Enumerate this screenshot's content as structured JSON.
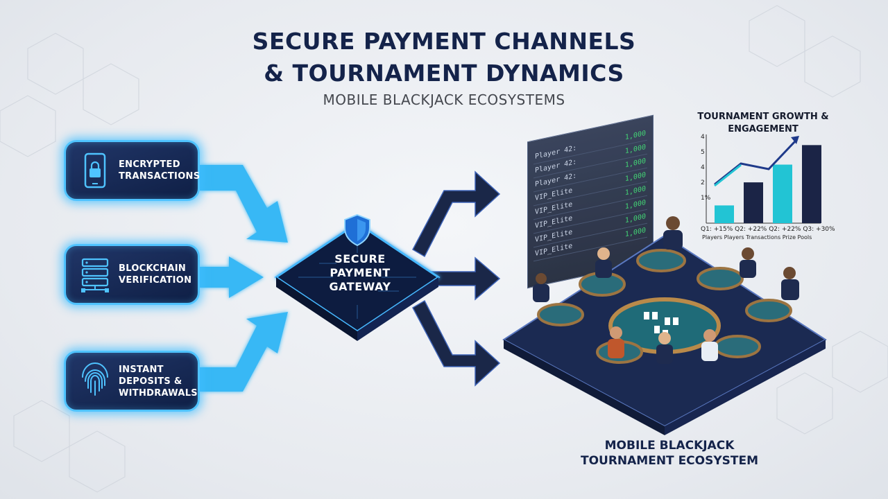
{
  "header": {
    "title_line1": "SECURE PAYMENT CHANNELS",
    "title_line2": "& TOURNAMENT DYNAMICS",
    "subtitle": "MOBILE BLACKJACK ECOSYSTEMS"
  },
  "features": [
    {
      "icon": "phone-lock-icon",
      "line1": "ENCRYPTED",
      "line2": "TRANSACTIONS"
    },
    {
      "icon": "server-stack-icon",
      "line1": "BLOCKCHAIN",
      "line2": "VERIFICATION"
    },
    {
      "icon": "fingerprint-icon",
      "line1": "INSTANT",
      "line2": "DEPOSITS &",
      "line3": "WITHDRAWALS"
    }
  ],
  "gateway": {
    "line1": "SECURE",
    "line2": "PAYMENT",
    "line3": "GATEWAY",
    "icon": "shield-icon"
  },
  "leaderboard": {
    "rows": [
      {
        "name": "Player 42:",
        "value": "1,000"
      },
      {
        "name": "Player 42:",
        "value": "1,000"
      },
      {
        "name": "Player 42:",
        "value": "1,000"
      },
      {
        "name": "VIP_Elite",
        "value": "1,000"
      },
      {
        "name": "VIP_Elite",
        "value": "1,000"
      },
      {
        "name": "VIP_Elite",
        "value": "1,000"
      },
      {
        "name": "VIP_Elite",
        "value": "1,000"
      },
      {
        "name": "VIP_Elite",
        "value": "1,000"
      }
    ]
  },
  "chart_data": {
    "type": "bar",
    "title": "TOURNAMENT GROWTH & ENGAGEMENT",
    "y_ticks": [
      "4",
      "5",
      "4",
      "2",
      "1%"
    ],
    "categories": [
      "Q1: +15% Players",
      "Q2: +22% Players",
      "Q2: +22% Transactions",
      "Q3: +30% Prize Pools"
    ],
    "values": [
      1,
      2.3,
      3.3,
      4.4
    ],
    "colors": [
      "#22c4d4",
      "#1b2446",
      "#22c4d4",
      "#1b2446"
    ],
    "caption_line1": "Q1: +15% Q2: +22% Q2: +22% Q3: +30%",
    "caption_line2": "Players  Players  Transactions  Prize Pools",
    "ylim": [
      0,
      5
    ],
    "trend": "increasing"
  },
  "ecosystem": {
    "line1": "MOBILE BLACKJACK",
    "line2": "TOURNAMENT ECOSYSTEM"
  },
  "colors": {
    "navy": "#14234a",
    "glow": "#4fc3ff",
    "teal": "#22c4d4",
    "green": "#35d06a"
  }
}
